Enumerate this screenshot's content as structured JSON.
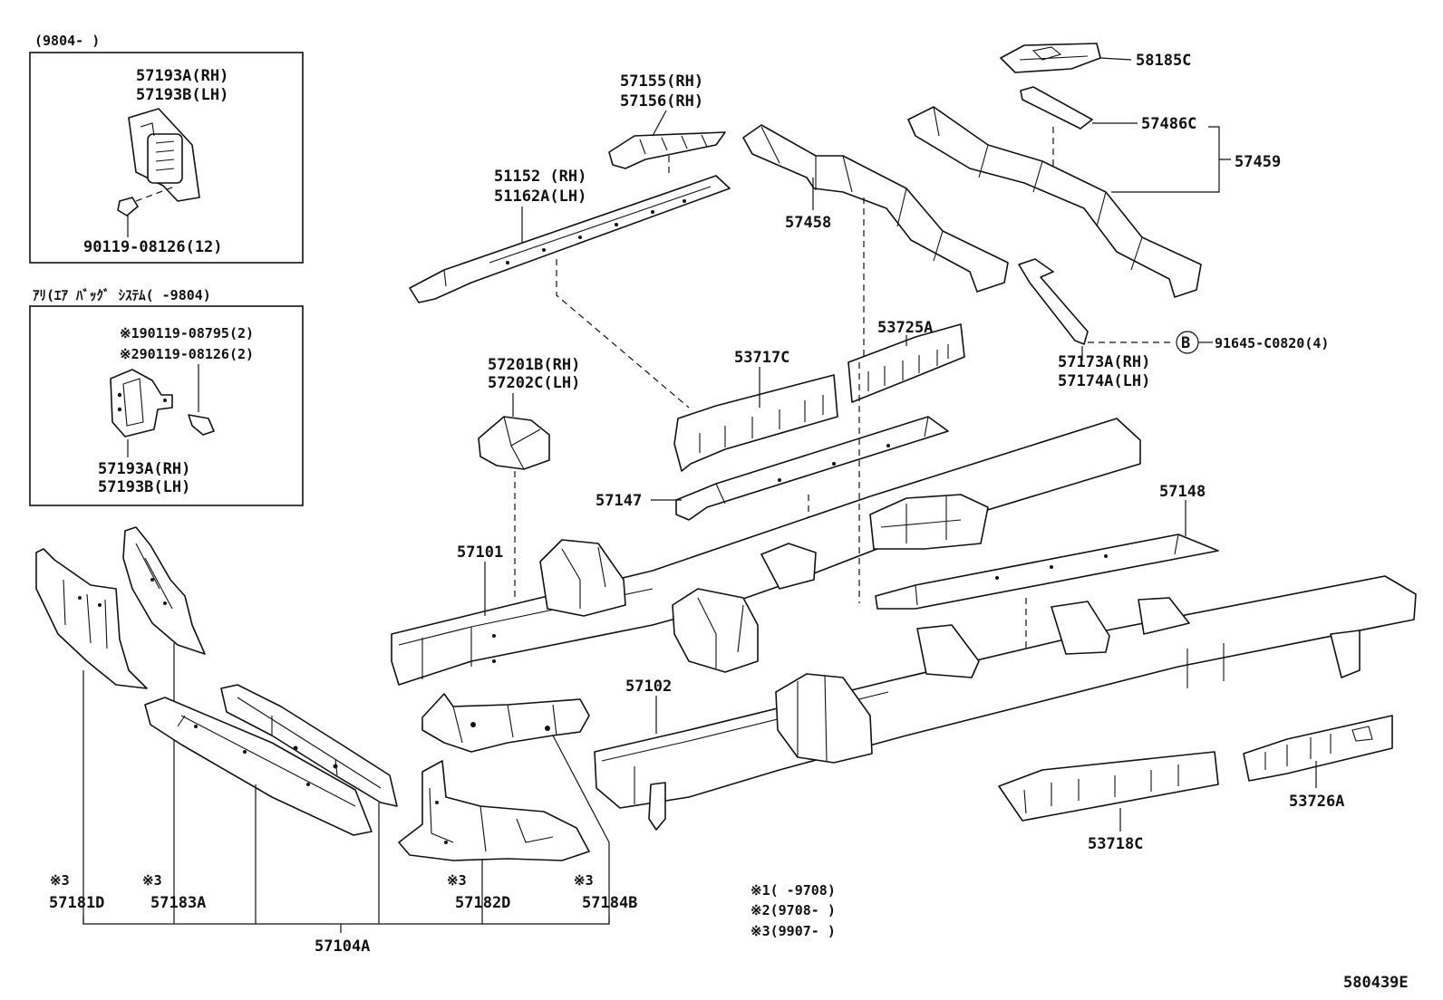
{
  "inset1": {
    "range": "(9804-      )",
    "part_rh": "57193A(RH)",
    "part_lh": "57193B(LH)",
    "bolt": "90119-08126(12)"
  },
  "inset2": {
    "range": "ｱﾘ(ｴｱ ﾊﾞｯｸﾞ ｼｽﾃﾑ(    -9804)",
    "bolt1": "※190119-08795(2)",
    "bolt2": "※290119-08126(2)",
    "part_rh": "57193A(RH)",
    "part_lh": "57193B(LH)"
  },
  "labels": {
    "p57155": "57155(RH)",
    "p57156": "57156(RH)",
    "p51152": "51152  (RH)",
    "p51162": "51162A(LH)",
    "p57458": "57458",
    "p58185": "58185C",
    "p57486": "57486C",
    "p57459": "57459",
    "p91645": "91645-C0820(4)",
    "circle_b": "B",
    "p57173": "57173A(RH)",
    "p57174": "57174A(LH)",
    "p53725": "53725A",
    "p53717": "53717C",
    "p57201": "57201B(RH)",
    "p57202": "57202C(LH)",
    "p57147": "57147",
    "p57148": "57148",
    "p57101": "57101",
    "p57102": "57102",
    "p53726": "53726A",
    "p53718": "53718C",
    "p57181": "57181D",
    "p57183": "57183A",
    "p57182": "57182D",
    "p57184": "57184B",
    "p57104": "57104A",
    "note3": "※3"
  },
  "notes": {
    "n1": "※1(     -9708)",
    "n2": "※2(9708-     )",
    "n3": "※3(9907-     )"
  },
  "figure_id": "580439E"
}
